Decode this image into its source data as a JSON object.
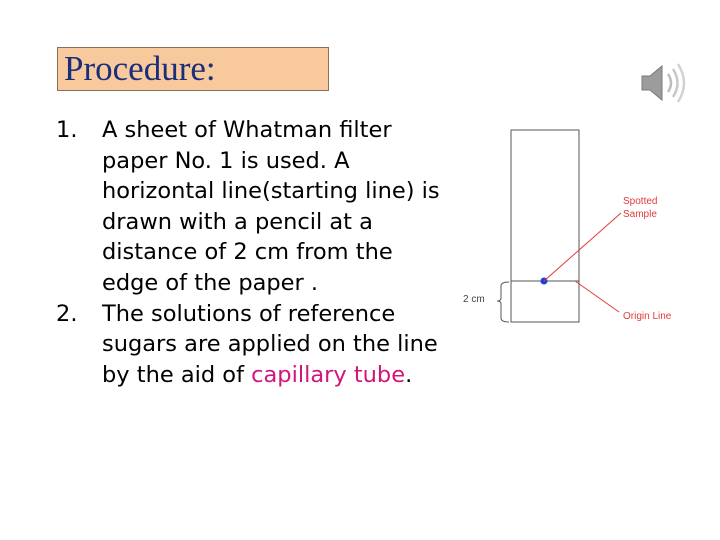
{
  "title": "Procedure:",
  "steps": [
    {
      "number": "1.",
      "text": "A sheet of Whatman filter paper No. 1 is used. A horizontal line(starting line) is drawn with a pencil at a distance of 2 cm from the edge of the paper ."
    },
    {
      "number": "2.",
      "text_before": "The solutions of reference sugars are applied on the line by the aid of ",
      "highlight": "capillary tube",
      "text_after": "."
    }
  ],
  "diagram": {
    "label_spotted_line1": "Spotted",
    "label_spotted_line2": "Sample",
    "label_origin": "Origin Line",
    "label_distance": "2 cm"
  },
  "speaker_icon": "speaker-icon",
  "colors": {
    "title_bg": "#f9c99e",
    "title_text": "#1a2f7a",
    "highlight": "#d1157a",
    "annotation": "#e23a3a",
    "spot": "#1f3fd6"
  }
}
